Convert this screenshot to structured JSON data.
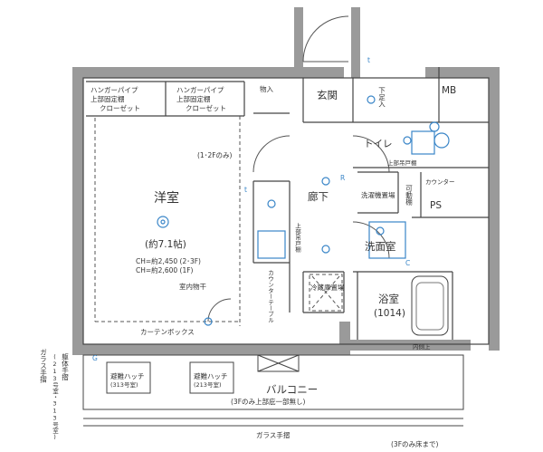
{
  "rooms": {
    "western": {
      "name": "洋室",
      "area": "(約7.1帖)",
      "ch_1": "CH=約2,450 (2･3F)",
      "ch_2": "CH=約2,600 (1F)",
      "indoor_drying": "室内物干"
    },
    "entrance": "玄関",
    "shoe_box": "下足入",
    "mb": "MB",
    "toilet": "トイレ",
    "toilet_cabinet": "上部吊戸棚",
    "counter": "カウンター",
    "washer_space": "洗濯機置場",
    "movable_shelf": "可動棚",
    "ps": "PS",
    "hallway": "廊下",
    "washroom": "洗面室",
    "bath": {
      "name": "浴室",
      "size": "(1014)"
    },
    "fridge_space": "冷蔵庫置場",
    "kitchen_cabinet": "上部吊戸棚",
    "kitchen_counter_table": "カウンターテーブル",
    "inner_hold": "内側上",
    "storage": "物入"
  },
  "closets": {
    "c1": {
      "line1": "ハンガーパイプ",
      "line2": "上部固定棚",
      "line3": "クローゼット"
    },
    "c2": {
      "line1": "ハンガーパイプ",
      "line2": "上部固定棚",
      "line3": "クローゼット"
    }
  },
  "notes": {
    "floors_1_2": "(1･2Fのみ)",
    "curtain_box": "カーテンボックス",
    "balcony": "バルコニー",
    "balcony_note": "(3Fのみ上部庇一部無し)",
    "hatch_1": "避難ハッチ",
    "hatch_1_units": "(313号室)",
    "hatch_2": "避難ハッチ",
    "hatch_2_units": "(213号室)",
    "glass_rail_bottom": "ガラス手摺",
    "left_rail": "躯体手摺",
    "left_rail_units": "(213号室・313号室)",
    "left_glass": "ガラス手摺",
    "third_floor_note": "(3Fのみ床まで)"
  },
  "symbols": {
    "t": "t",
    "g": "G",
    "c": "C",
    "r": "R"
  }
}
